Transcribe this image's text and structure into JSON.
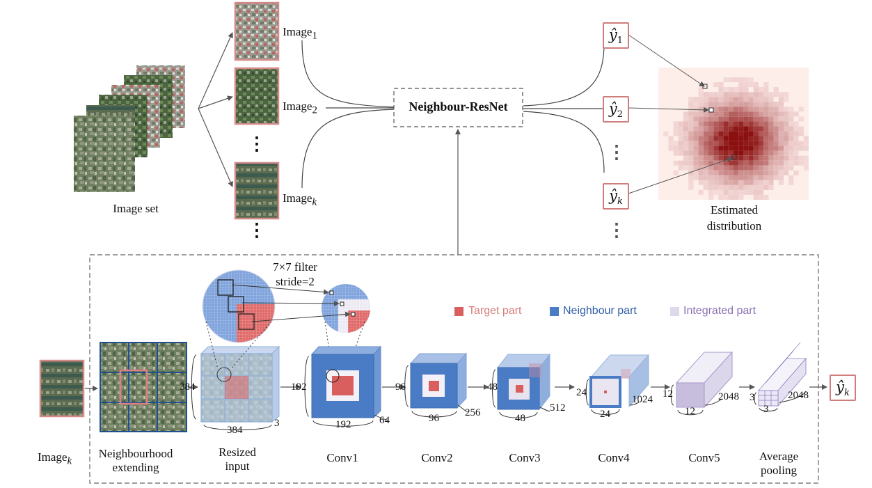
{
  "top": {
    "image_set_label": "Image set",
    "image_labels": [
      {
        "base": "Image",
        "sub": "1"
      },
      {
        "base": "Image",
        "sub": "2"
      },
      {
        "base": "Image",
        "sub": "k"
      }
    ],
    "model_label": "Neighbour-ResNet",
    "outputs": [
      {
        "base": "y",
        "sub": "1"
      },
      {
        "base": "y",
        "sub": "2"
      },
      {
        "base": "y",
        "sub": "k"
      }
    ],
    "dots": "⋮",
    "estimated_line1": "Estimated",
    "estimated_line2": "distribution"
  },
  "bottom": {
    "filter_line1": "7×7 filter",
    "filter_line2": "stride=2",
    "legend": [
      {
        "label": "Target part",
        "color": "#d95f5f",
        "text_color": "#d97d7d"
      },
      {
        "label": "Neighbour part",
        "color": "#4a7cc5",
        "text_color": "#2f5ea8"
      },
      {
        "label": "Integrated part",
        "color": "#ddd8ea",
        "text_color": "#8a70b4"
      }
    ],
    "input_label": {
      "base": "Image",
      "sub": "k"
    },
    "stages": [
      {
        "line1": "Neighbourhood",
        "line2": "extending"
      },
      {
        "line1": "Resized",
        "line2": "input"
      },
      {
        "line1": "Conv1",
        "line2": ""
      },
      {
        "line1": "Conv2",
        "line2": ""
      },
      {
        "line1": "Conv3",
        "line2": ""
      },
      {
        "line1": "Conv4",
        "line2": ""
      },
      {
        "line1": "Conv5",
        "line2": ""
      },
      {
        "line1": "Average",
        "line2": "pooling"
      }
    ],
    "dims": {
      "resized": [
        "384",
        "384",
        "3"
      ],
      "conv1": [
        "192",
        "192",
        "64"
      ],
      "conv2": [
        "96",
        "96",
        "256"
      ],
      "conv3": [
        "48",
        "48",
        "512"
      ],
      "conv4": [
        "24",
        "24",
        "1024"
      ],
      "conv5": [
        "12",
        "12",
        "2048"
      ],
      "avgpool": [
        "3",
        "3",
        "2048"
      ]
    },
    "output": {
      "base": "y",
      "sub": "k"
    }
  },
  "colors": {
    "target": "#d95f5f",
    "neighbour": "#4a7cc5",
    "integrated": "#ddd8ea",
    "frame": "#cf7d7d",
    "heatmap_dark": "#8b1010",
    "heatmap_light": "#fdecea"
  }
}
